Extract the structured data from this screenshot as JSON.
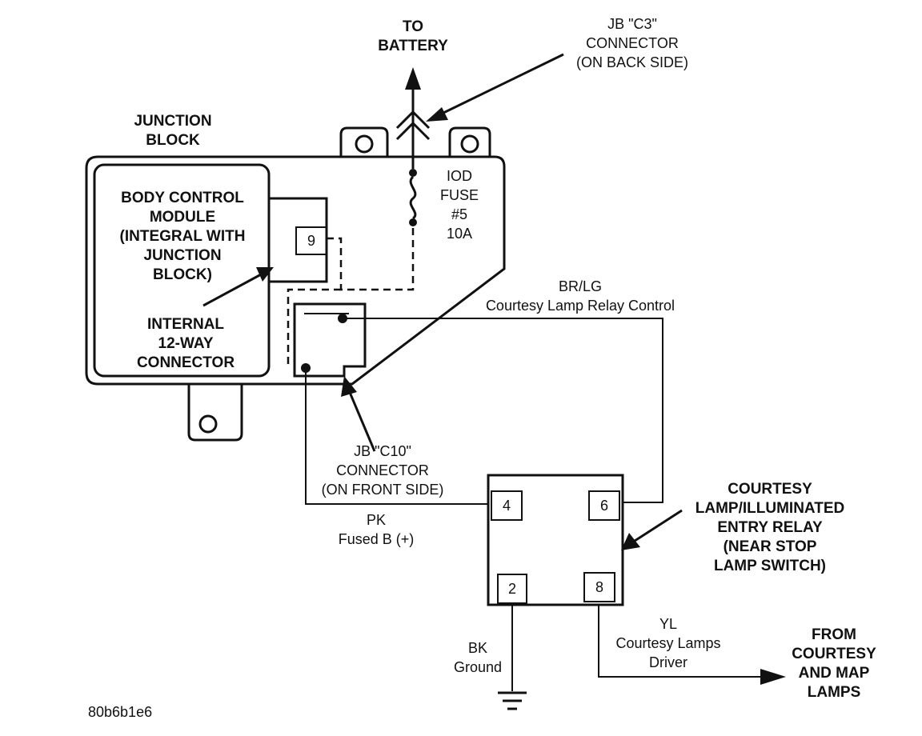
{
  "labels": {
    "to_battery": [
      "TO",
      "BATTERY"
    ],
    "jb_c3": [
      "JB \"C3\"",
      "CONNECTOR",
      "(ON BACK SIDE)"
    ],
    "junction_block": [
      "JUNCTION",
      "BLOCK"
    ],
    "bcm": [
      "BODY CONTROL",
      "MODULE",
      "(INTEGRAL WITH",
      "JUNCTION",
      "BLOCK)"
    ],
    "internal_connector": [
      "INTERNAL",
      "12-WAY",
      "CONNECTOR"
    ],
    "iod_fuse": [
      "IOD",
      "FUSE",
      "#5",
      "10A"
    ],
    "br_lg_color": "BR/LG",
    "br_lg_function": "Courtesy Lamp Relay Control",
    "jb_c10": [
      "JB \"C10\"",
      "CONNECTOR",
      "(ON FRONT SIDE)"
    ],
    "pk_color": "PK",
    "pk_function": "Fused B (+)",
    "relay": [
      "COURTESY",
      "LAMP/ILLUMINATED",
      "ENTRY RELAY",
      "(NEAR STOP",
      "LAMP SWITCH)"
    ],
    "bk_color": "BK",
    "bk_function": "Ground",
    "yl_color": "YL",
    "yl_function": [
      "Courtesy Lamps",
      "Driver"
    ],
    "from_lamps": [
      "FROM",
      "COURTESY",
      "AND MAP",
      "LAMPS"
    ],
    "figure_id": "80b6b1e6"
  },
  "pins": {
    "bcm_pin": "9",
    "relay_pin_4": "4",
    "relay_pin_6": "6",
    "relay_pin_2": "2",
    "relay_pin_8": "8"
  }
}
